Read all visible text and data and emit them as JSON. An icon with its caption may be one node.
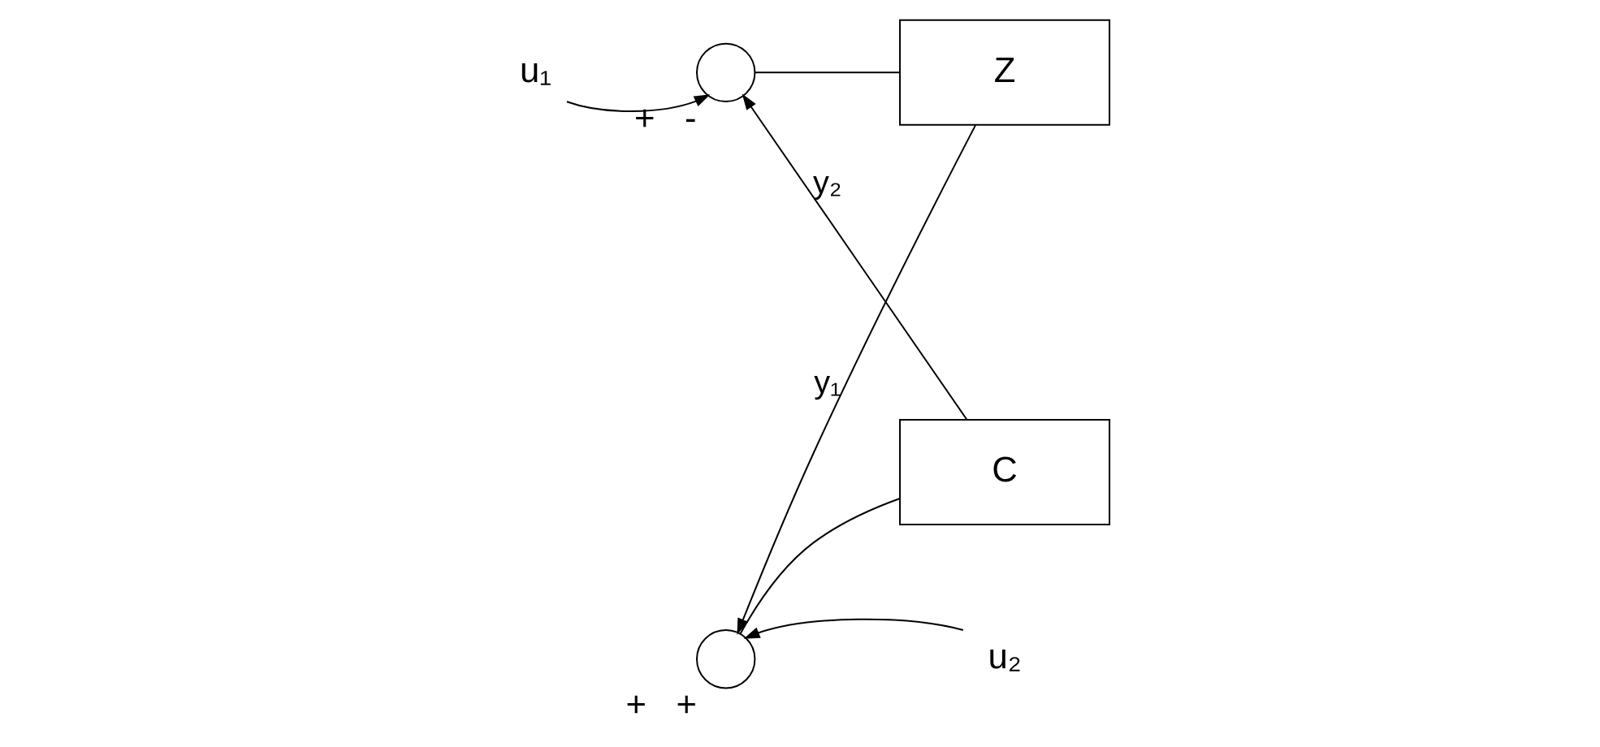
{
  "diagram": {
    "nodes": [
      {
        "text": [
          "u₁"
        ]
      },
      {
        "text": [],
        "shape": "circle",
        "beside": [
          "+",
          "-"
        ]
      },
      {
        "text": [
          "Z"
        ]
      },
      {
        "text": [
          "C"
        ]
      },
      {
        "text": [],
        "shape": "circle",
        "beside": [
          "+",
          "+"
        ]
      },
      {
        "text": [
          "u₂"
        ]
      }
    ],
    "edges": [
      {
        "from": 0,
        "to": 1,
        "arrow": "to"
      },
      {
        "from": 1,
        "to": 2,
        "arrow": "none"
      },
      {
        "from": 2,
        "to": 4,
        "arrow": "to",
        "label": "y₁"
      },
      {
        "from": 5,
        "to": 4,
        "arrow": "to"
      },
      {
        "from": 4,
        "to": 3,
        "arrow": "none"
      },
      {
        "from": 3,
        "to": 1,
        "arrow": "to",
        "label": "y₂"
      }
    ]
  }
}
